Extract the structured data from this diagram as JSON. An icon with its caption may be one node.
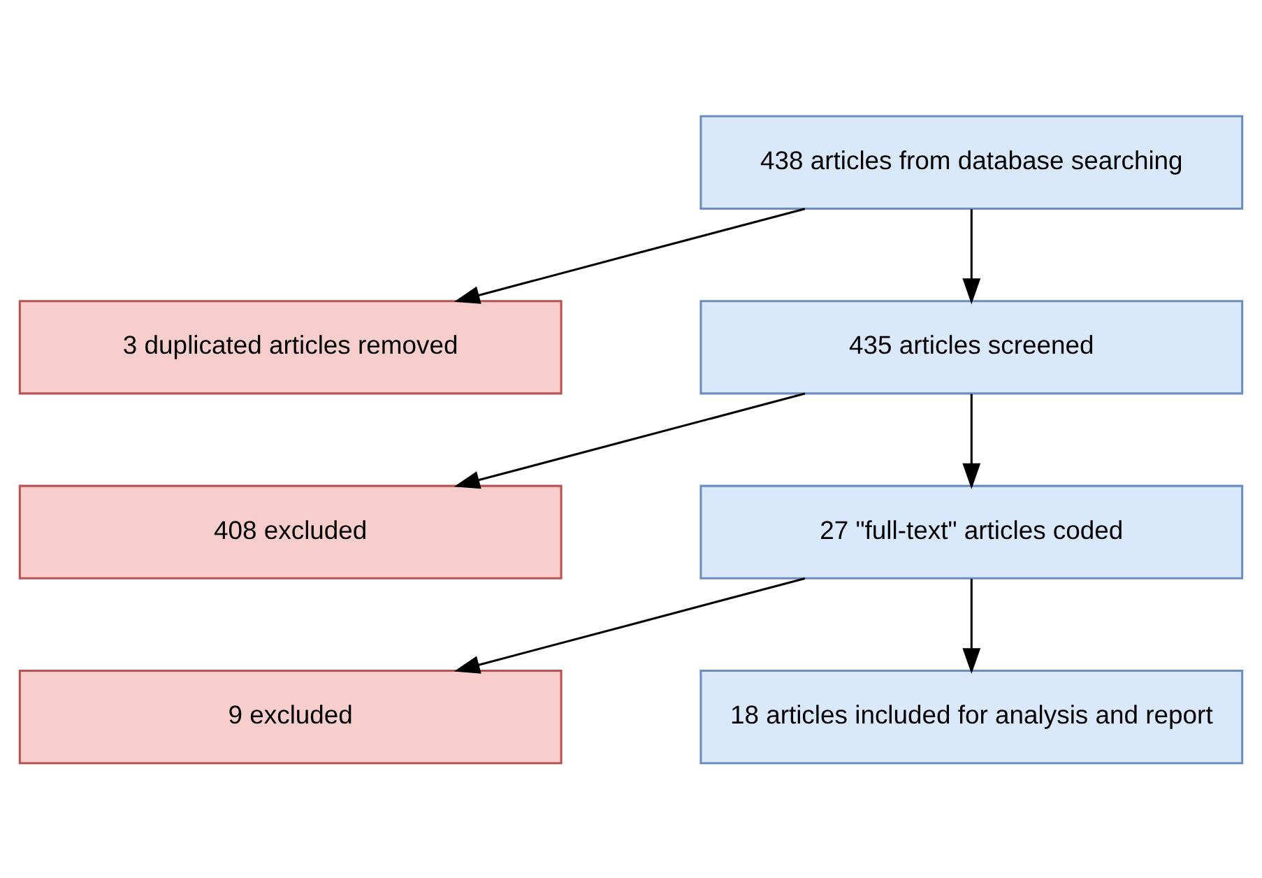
{
  "diagram": {
    "nodes": [
      {
        "text": [
          "438 articles from database searching"
        ]
      },
      {
        "text": [
          "3 duplicated articles removed"
        ]
      },
      {
        "text": [
          "435 articles screened"
        ]
      },
      {
        "text": [
          "408 excluded"
        ]
      },
      {
        "text": [
          "27 \"full-text\" articles coded"
        ]
      },
      {
        "text": [
          "9 excluded"
        ]
      },
      {
        "text": [
          "18 articles included for analysis and report"
        ]
      }
    ],
    "edges": [
      {
        "from": 0,
        "to": 1,
        "arrow": "to"
      },
      {
        "from": 0,
        "to": 2,
        "arrow": "to"
      },
      {
        "from": 2,
        "to": 3,
        "arrow": "to"
      },
      {
        "from": 2,
        "to": 4,
        "arrow": "to"
      },
      {
        "from": 4,
        "to": 5,
        "arrow": "to"
      },
      {
        "from": 4,
        "to": 6,
        "arrow": "to"
      }
    ]
  }
}
